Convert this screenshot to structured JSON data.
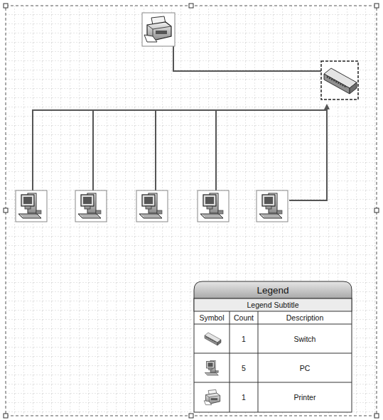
{
  "diagram": {
    "labels": [
      "Legend",
      "Legend Subtitle",
      "Symbol",
      "Count",
      "Description",
      "1",
      "5",
      "1"
    ],
    "legend": [
      {
        "text": "Switch"
      },
      {
        "text": "PC"
      },
      {
        "text": "Printer"
      }
    ]
  }
}
